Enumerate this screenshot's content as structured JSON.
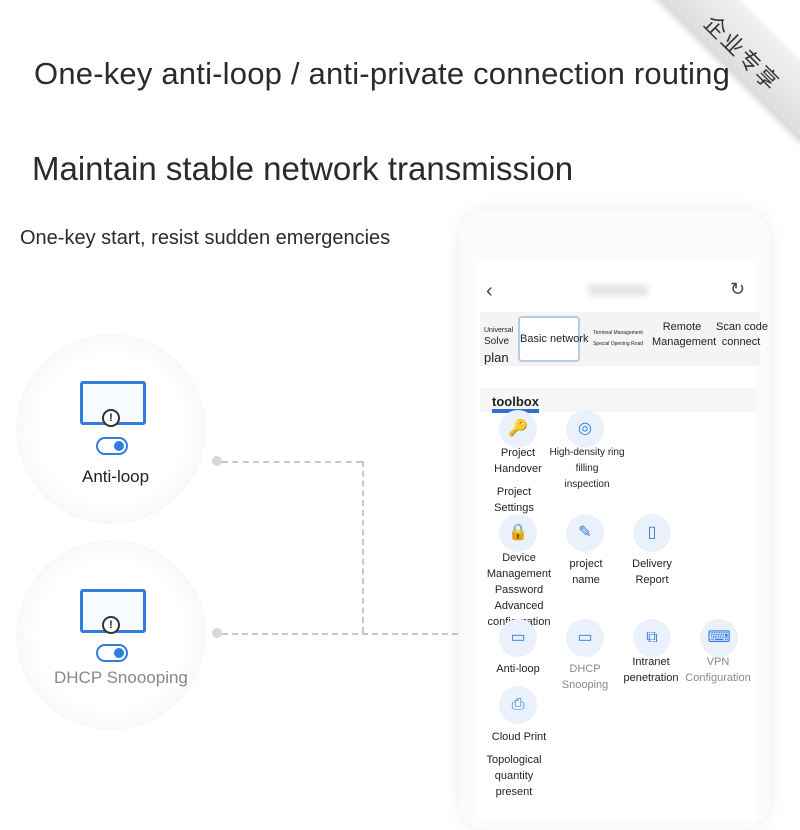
{
  "headline": "One-key anti-loop / anti-private connection routing",
  "headline2": "Maintain stable network transmission",
  "subline": "One-key start, resist sudden emergencies",
  "corner_badge": "企业专享",
  "features": {
    "anti_loop": {
      "label": "Anti-loop",
      "icon": "monitor-alert-icon",
      "toggle": "on"
    },
    "dhcp_snooping": {
      "label": "DHCP Snoooping",
      "icon": "monitor-alert-icon",
      "toggle": "on"
    }
  },
  "phone": {
    "tabs": {
      "universal": [
        "Universal",
        "Solve",
        "plan"
      ],
      "basic": "Basic network",
      "terminal": "Terminal Management",
      "terminal_sub": "Special Opening Road",
      "remote": [
        "Remote",
        "Management"
      ],
      "scan": [
        "Scan code",
        "connect"
      ]
    },
    "section": "toolbox",
    "tools": {
      "project_handover": [
        "Project",
        "Handover"
      ],
      "ring_filling": [
        "High-density ring filling",
        "inspection"
      ],
      "project_settings": "Project Settings",
      "device_password": [
        "Device Management",
        "Password"
      ],
      "advanced_config": [
        "Advanced",
        "configuration"
      ],
      "project_name": "project name",
      "delivery_report": "Delivery Report",
      "anti_loop": "Anti-loop",
      "dhcp_snooping": "DHCP Snooping",
      "intranet": [
        "Intranet",
        "penetration"
      ],
      "vpn": [
        "VPN",
        "Configuration"
      ],
      "cloud_print": "Cloud Print",
      "topology": [
        "Topological quantity",
        "present"
      ]
    }
  },
  "colors": {
    "accent": "#2f7de1",
    "underline": "#2f6fd6"
  }
}
